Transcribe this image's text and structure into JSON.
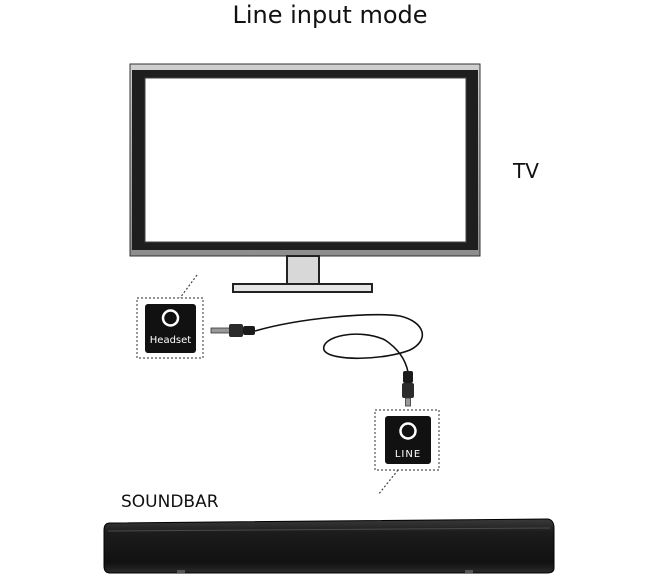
{
  "title": "Line input mode",
  "labels": {
    "tv": "TV",
    "soundbar": "SOUNDBAR"
  },
  "ports": {
    "headset": "Headset",
    "line": "LINE"
  },
  "icons": {
    "tv": "monitor-icon",
    "cable": "aux-cable-icon",
    "headset_port": "headphone-jack-icon",
    "line_port": "line-in-jack-icon",
    "soundbar": "soundbar-icon"
  }
}
